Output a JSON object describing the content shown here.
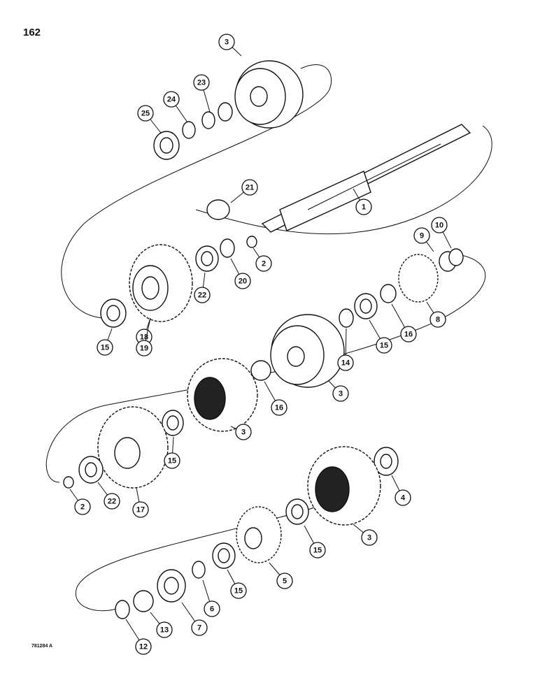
{
  "page_number": "162",
  "figure_id": "781284 A",
  "callouts": [
    {
      "label": "3"
    },
    {
      "label": "23"
    },
    {
      "label": "24"
    },
    {
      "label": "25"
    },
    {
      "label": "21"
    },
    {
      "label": "1"
    },
    {
      "label": "2"
    },
    {
      "label": "20"
    },
    {
      "label": "22"
    },
    {
      "label": "18"
    },
    {
      "label": "19"
    },
    {
      "label": "15"
    },
    {
      "label": "9"
    },
    {
      "label": "10"
    },
    {
      "label": "8"
    },
    {
      "label": "16"
    },
    {
      "label": "15"
    },
    {
      "label": "14"
    },
    {
      "label": "3"
    },
    {
      "label": "16"
    },
    {
      "label": "3"
    },
    {
      "label": "15"
    },
    {
      "label": "17"
    },
    {
      "label": "22"
    },
    {
      "label": "2"
    },
    {
      "label": "4"
    },
    {
      "label": "3"
    },
    {
      "label": "15"
    },
    {
      "label": "5"
    },
    {
      "label": "15"
    },
    {
      "label": "6"
    },
    {
      "label": "7"
    },
    {
      "label": "13"
    },
    {
      "label": "12"
    }
  ]
}
